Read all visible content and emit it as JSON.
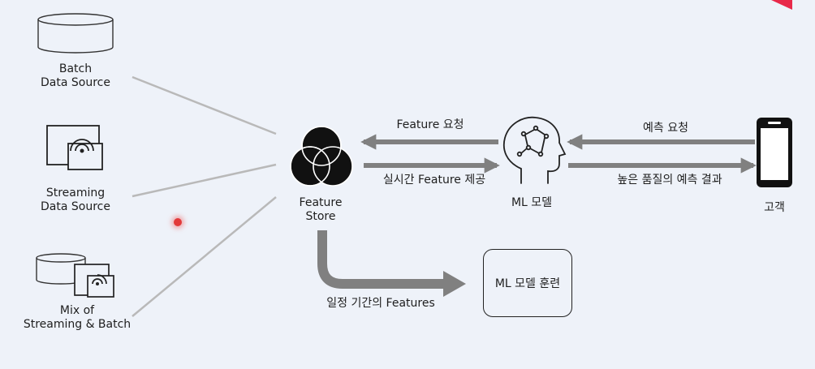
{
  "sources": {
    "batch": {
      "line1": "Batch",
      "line2": "Data Source"
    },
    "streaming": {
      "line1": "Streaming",
      "line2": "Data Source"
    },
    "mix": {
      "line1": "Mix of",
      "line2": "Streaming & Batch"
    }
  },
  "feature_store": {
    "line1": "Feature",
    "line2": "Store"
  },
  "ml_model": {
    "label": "ML 모델"
  },
  "customer": {
    "label": "고객"
  },
  "training": {
    "label": "ML 모델 훈련"
  },
  "arrows": {
    "feature_request": "Feature 요청",
    "realtime_feature": "실시간 Feature 제공",
    "predict_request": "예측 요청",
    "predict_result": "높은 품질의 예측 결과",
    "period_features": "일정 기간의 Features"
  },
  "colors": {
    "arrow": "#808080",
    "connector": "#b9b9b9",
    "stroke": "#222222",
    "background": "#eef2f9",
    "accent": "#e8294a"
  }
}
